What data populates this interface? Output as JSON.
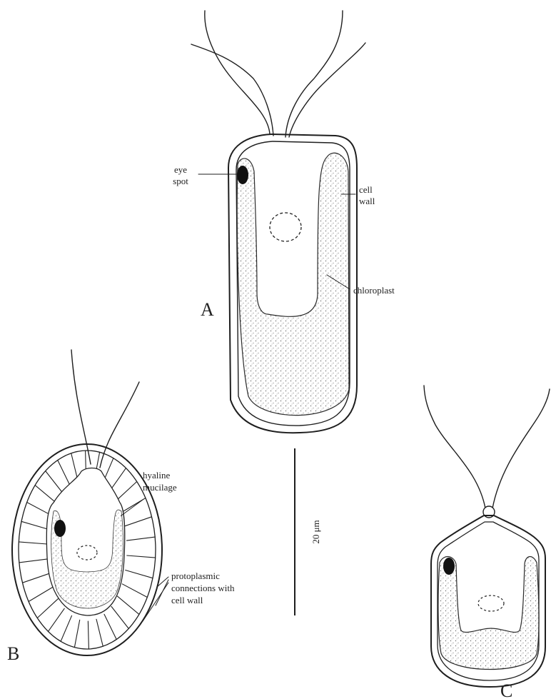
{
  "figure": {
    "panels": {
      "a": {
        "letter": "A",
        "labels": {
          "eye_spot": [
            "eye",
            "spot"
          ],
          "cell_wall": [
            "cell",
            "wall"
          ],
          "chloroplast": "chloroplast"
        }
      },
      "b": {
        "letter": "B",
        "labels": {
          "hyaline_mucilage": [
            "hyaline",
            "mucilage"
          ],
          "protoplasmic_connections": [
            "protoplasmic",
            "connections with",
            "cell wall"
          ]
        }
      },
      "c": {
        "letter": "C"
      }
    },
    "scale_bar": {
      "label": "20 μm"
    }
  }
}
